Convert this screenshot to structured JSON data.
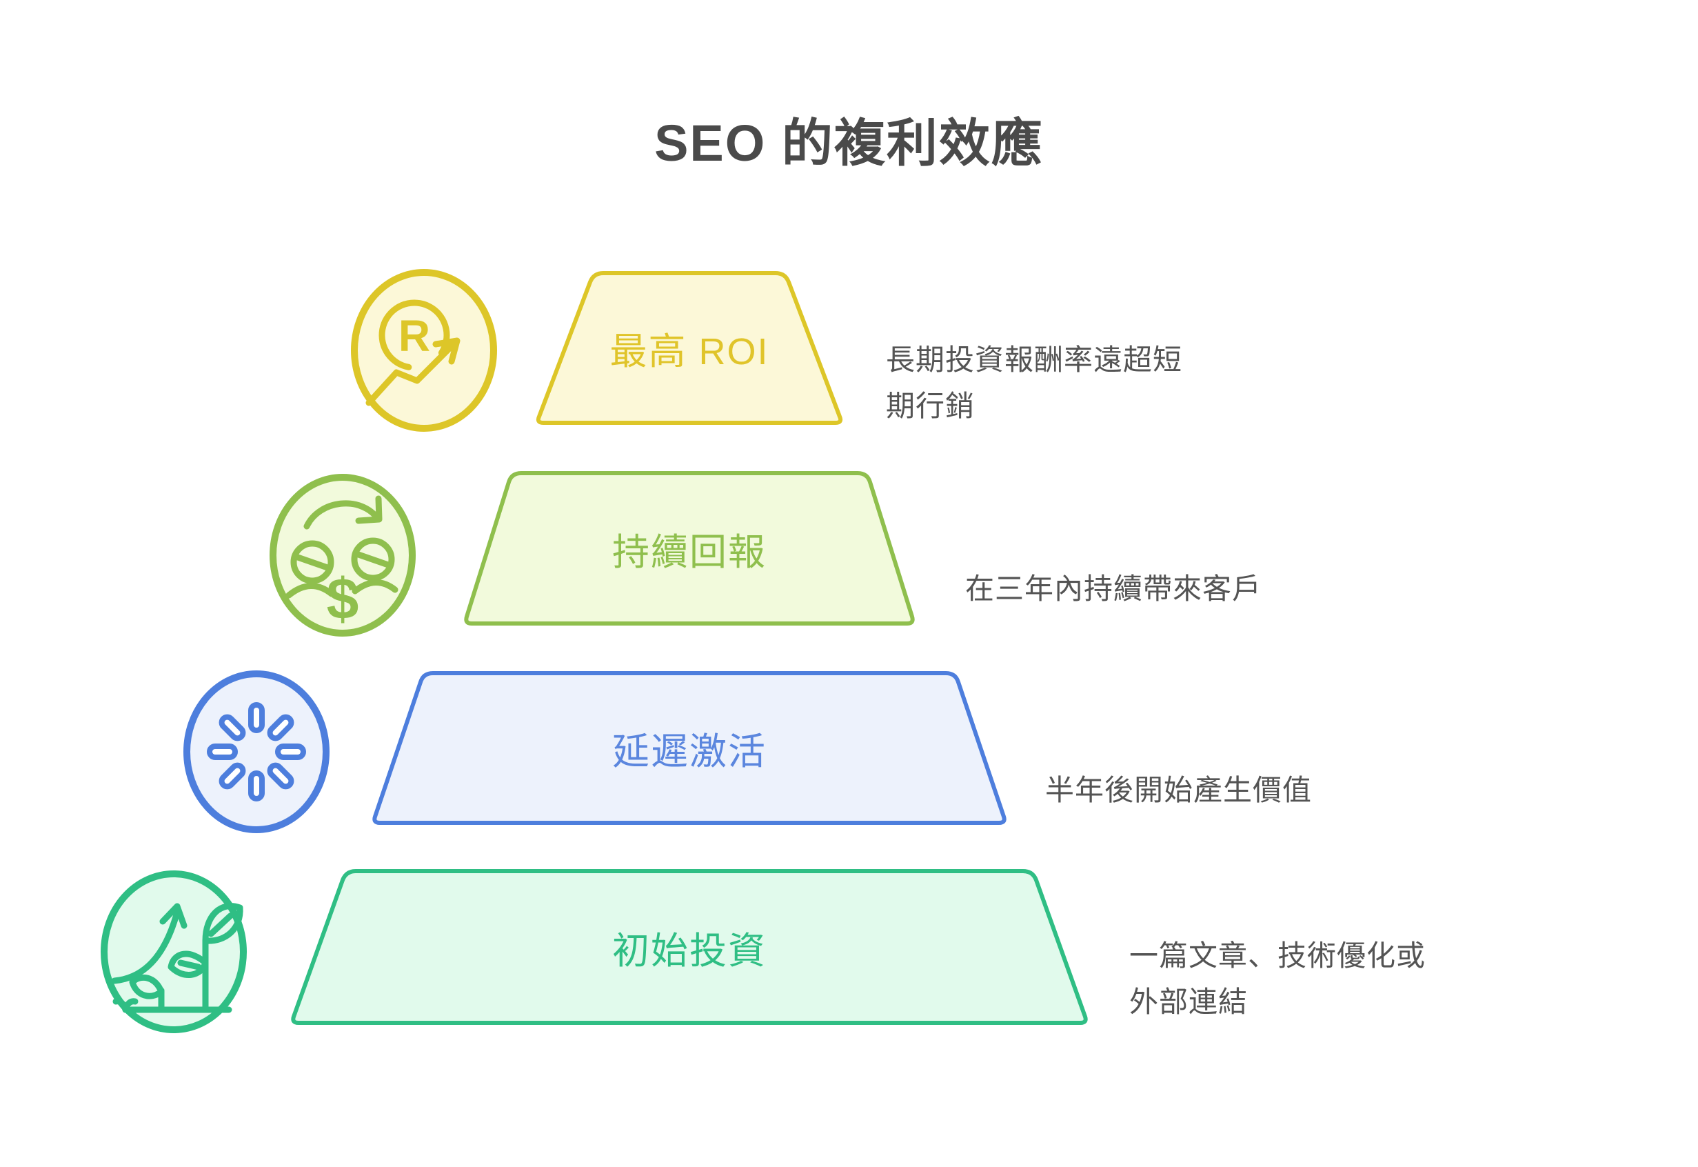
{
  "title": "SEO 的複利效應",
  "colors": {
    "background": "#ffffff",
    "title_text": "#4a4a4a",
    "description_text": "#545454"
  },
  "pyramid": {
    "levels_top_to_bottom": 4,
    "layers": [
      {
        "rank": 1,
        "label": "最高 ROI",
        "description": "長期投資報酬率遠超短期行銷",
        "icon": "roi-registered-trend-icon",
        "colors": {
          "stroke": "#ddc628",
          "fill": "#fcf8d8",
          "text": "#e0c42a"
        }
      },
      {
        "rank": 2,
        "label": "持續回報",
        "description": "在三年內持續帶來客戶",
        "icon": "reinvest-coins-icon",
        "colors": {
          "stroke": "#8fbf4d",
          "fill": "#f2fadc",
          "text": "#8fbf4d"
        }
      },
      {
        "rank": 3,
        "label": "延遲激活",
        "description": "半年後開始產生價值",
        "icon": "spinner-loading-icon",
        "colors": {
          "stroke": "#4d7edd",
          "fill": "#edf2fc",
          "text": "#5b86de"
        }
      },
      {
        "rank": 4,
        "label": "初始投資",
        "description": "一篇文章、技術優化或外部連結",
        "icon": "plant-growth-arrow-icon",
        "colors": {
          "stroke": "#2fbe84",
          "fill": "#e1faec",
          "text": "#2fbe84"
        }
      }
    ]
  }
}
